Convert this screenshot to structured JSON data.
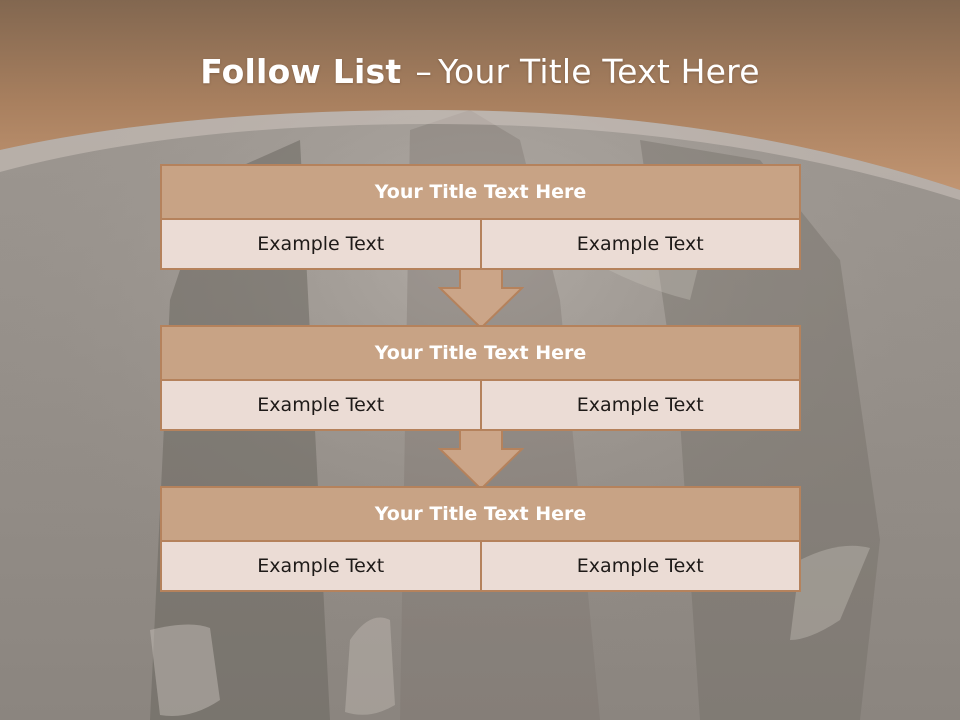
{
  "slide": {
    "title_bold": "Follow List",
    "title_dash": "–",
    "title_rest": "Your Title Text Here"
  },
  "steps": [
    {
      "title": "Your Title Text Here",
      "left": "Example Text",
      "right": "Example Text"
    },
    {
      "title": "Your Title Text Here",
      "left": "Example Text",
      "right": "Example Text"
    },
    {
      "title": "Your Title Text Here",
      "left": "Example Text",
      "right": "Example Text"
    }
  ],
  "colors": {
    "header_band": "#b48a68",
    "block_title_fill": "#c8a385",
    "block_border": "#b5825c",
    "cell_fill": "#ebdcd5",
    "arrow_fill": "#cba588"
  }
}
